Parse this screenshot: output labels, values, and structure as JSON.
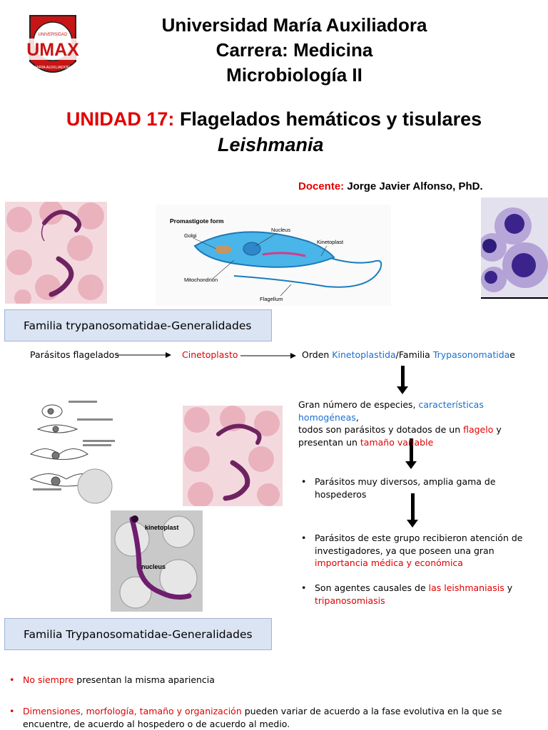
{
  "logo": {
    "top_text": "UNIVERSIDAD",
    "main_text": "UMAX",
    "bottom_text": "MARÍA AUXILIADORA"
  },
  "header": {
    "line1": "Universidad María Auxiliadora",
    "line2": "Carrera: Medicina",
    "line3": "Microbiología II"
  },
  "title": {
    "unit_label": "UNIDAD 17:",
    "unit_title": "Flagelados hemáticos y tisulares",
    "subtitle": "Leishmania"
  },
  "teacher": {
    "label": "Docente:",
    "name": "Jorge Javier Alfonso, PhD."
  },
  "diagram": {
    "title": "Promastigote form",
    "labels": {
      "golgi": "Golgi",
      "nucleus": "Nucleus",
      "kinetoplast": "Kinetoplast",
      "mitochondrion": "Mitochondrion",
      "flagellum": "Flagellum"
    }
  },
  "section1": {
    "heading": "Familia trypanosomatidae-Generalidades"
  },
  "flow": {
    "item1": "Parásitos flagelados",
    "item2": "Cinetoplasto",
    "item3_pre": "Orden ",
    "item3_blue1": "Kinetoplastida",
    "item3_mid": "/Familia ",
    "item3_blue2": "Trypasonomatida",
    "item3_post": "e"
  },
  "para1": {
    "p1": "Gran número de especies, ",
    "p2": "características homogéneas",
    "p3": ",",
    "p4": "todos son parásitos y dotados de un ",
    "p5": "flagelo",
    "p6": " y presentan un ",
    "p7": "tamaño variable"
  },
  "bullets": {
    "b1": "Parásitos muy diversos, amplia gama de hospederos",
    "b2_a": "Parásitos de este grupo recibieron atención de investigadores, ya que poseen una gran ",
    "b2_b": "importancia médica y económica",
    "b3_a": "Son agentes causales de ",
    "b3_b": "las leishmaniasis",
    "b3_c": " y ",
    "b3_d": "tripanosomiasis"
  },
  "micro_labels": {
    "kinetoplast": "kinetoplast",
    "nucleus": "nucleus"
  },
  "section2": {
    "heading": "Familia Trypanosomatidae-Generalidades"
  },
  "footer": {
    "f1_red": "No siempre",
    "f1_rest": " presentan la misma apariencia",
    "f2_red": "Dimensiones, morfología, tamaño y organización",
    "f2_rest": " pueden variar de acuerdo a la fase evolutiva en la que se encuentre, de acuerdo al hospedero o de acuerdo al medio."
  }
}
